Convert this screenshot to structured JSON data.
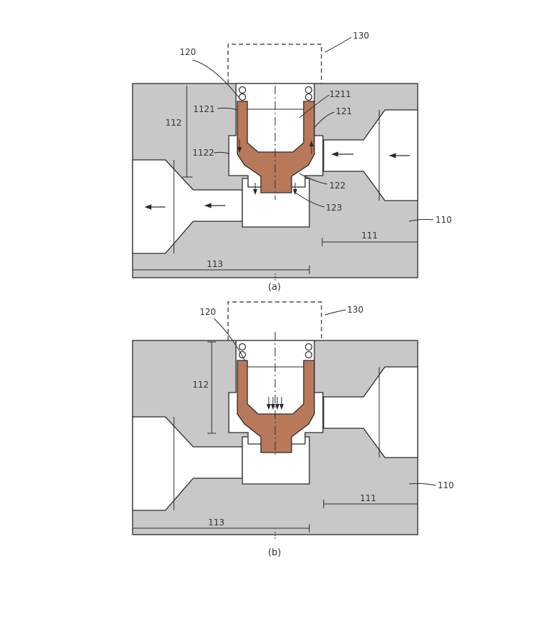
{
  "colors": {
    "body": "#c8c8c8",
    "valve": "#b8795a",
    "line": "#2a2a2a",
    "channel": "#ffffff"
  },
  "figure_a": {
    "caption": "(a)",
    "labels": {
      "l130": "130",
      "l120": "120",
      "l1211": "1211",
      "l1121": "1121",
      "l121": "121",
      "l112": "112",
      "l1122": "1122",
      "l122": "122",
      "l123": "123",
      "l110": "110",
      "l111": "111",
      "l113": "113"
    }
  },
  "figure_b": {
    "caption": "(b)",
    "labels": {
      "l130": "130",
      "l120": "120",
      "l112": "112",
      "l110": "110",
      "l111": "111",
      "l113": "113"
    }
  }
}
